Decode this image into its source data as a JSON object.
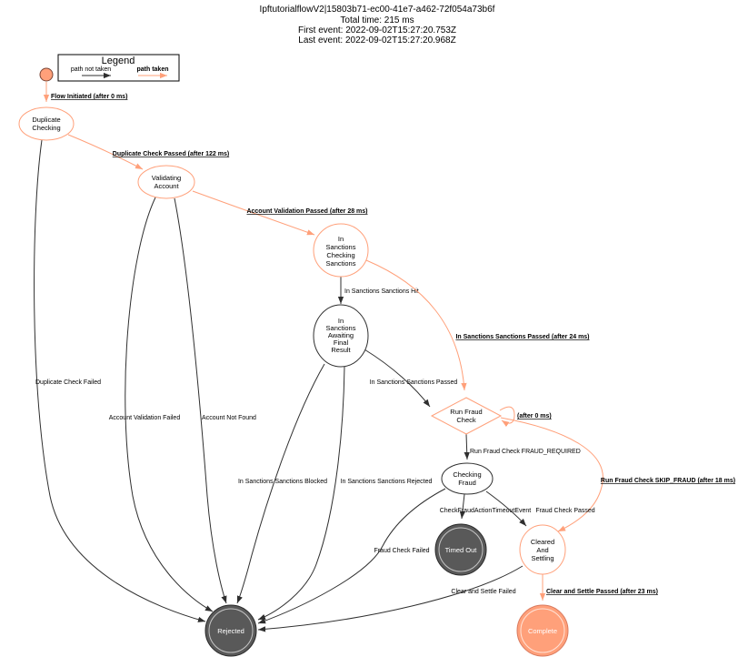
{
  "header": {
    "flow_id": "IpftutorialflowV2|15803b71-ec00-41e7-a462-72f054a73b6f",
    "total_time": "Total time: 215 ms",
    "first_event": "First event: 2022-09-02T15:27:20.753Z",
    "last_event": "Last event: 2022-09-02T15:27:20.968Z"
  },
  "legend": {
    "title": "Legend",
    "not_taken": "path not taken",
    "taken": "path taken"
  },
  "colors": {
    "path_taken": "#ffa07a",
    "path_not_taken": "#2f2f2f",
    "terminal_fill": "#595959",
    "node_fill": "#ffffff",
    "text": "#000000"
  },
  "nodes": {
    "duplicate_checking": {
      "lines": [
        "Duplicate",
        "Checking"
      ]
    },
    "validating_account": {
      "lines": [
        "Validating",
        "Account"
      ]
    },
    "in_sanctions_checking_sanctions": {
      "lines": [
        "In",
        "Sanctions",
        "Checking",
        "Sanctions"
      ]
    },
    "in_sanctions_awaiting_final_result": {
      "lines": [
        "In",
        "Sanctions",
        "Awaiting",
        "Final",
        "Result"
      ]
    },
    "run_fraud_check": {
      "lines": [
        "Run Fraud",
        "Check"
      ]
    },
    "checking_fraud": {
      "lines": [
        "Checking",
        "Fraud"
      ]
    },
    "timed_out": {
      "label": "Timed Out"
    },
    "cleared_and_settling": {
      "lines": [
        "Cleared",
        "And",
        "Settling"
      ]
    },
    "complete": {
      "label": "Complete"
    },
    "rejected": {
      "label": "Rejected"
    }
  },
  "edges": {
    "flow_initiated": {
      "label": "Flow Initiated (after 0 ms)",
      "taken": true
    },
    "duplicate_check_passed": {
      "label": "Duplicate Check Passed (after 122 ms)",
      "taken": true
    },
    "duplicate_check_failed": {
      "label": "Duplicate Check Failed",
      "taken": false
    },
    "account_validation_passed": {
      "label": "Account Validation Passed (after 28 ms)",
      "taken": true
    },
    "account_validation_failed": {
      "label": "Account Validation Failed",
      "taken": false
    },
    "account_not_found": {
      "label": "Account Not Found",
      "taken": false
    },
    "in_sanctions_sanctions_hit": {
      "label": "In Sanctions Sanctions Hit",
      "taken": false
    },
    "in_sanctions_sanctions_passed_taken": {
      "label": "In Sanctions Sanctions Passed (after 24 ms)",
      "taken": true
    },
    "in_sanctions_sanctions_passed": {
      "label": "In Sanctions Sanctions Passed",
      "taken": false
    },
    "in_sanctions_sanctions_blocked": {
      "label": "In Sanctions Sanctions Blocked",
      "taken": false
    },
    "in_sanctions_sanctions_rejected": {
      "label": "In Sanctions Sanctions Rejected",
      "taken": false
    },
    "run_fraud_check_loop": {
      "label": "(after 0 ms)",
      "taken": true
    },
    "run_fraud_check_fraud_required": {
      "label": "Run Fraud Check FRAUD_REQUIRED",
      "taken": false
    },
    "run_fraud_check_skip_fraud": {
      "label": "Run Fraud Check SKIP_FRAUD (after 18 ms)",
      "taken": true
    },
    "check_fraud_action_timeout_event": {
      "label": "CheckFraudActionTimeoutEvent",
      "taken": false
    },
    "fraud_check_passed": {
      "label": "Fraud Check Passed",
      "taken": false
    },
    "fraud_check_failed": {
      "label": "Fraud Check Failed",
      "taken": false
    },
    "clear_and_settle_failed": {
      "label": "Clear and Settle Failed",
      "taken": false
    },
    "clear_and_settle_passed": {
      "label": "Clear and Settle Passed (after 23 ms)",
      "taken": true
    }
  }
}
